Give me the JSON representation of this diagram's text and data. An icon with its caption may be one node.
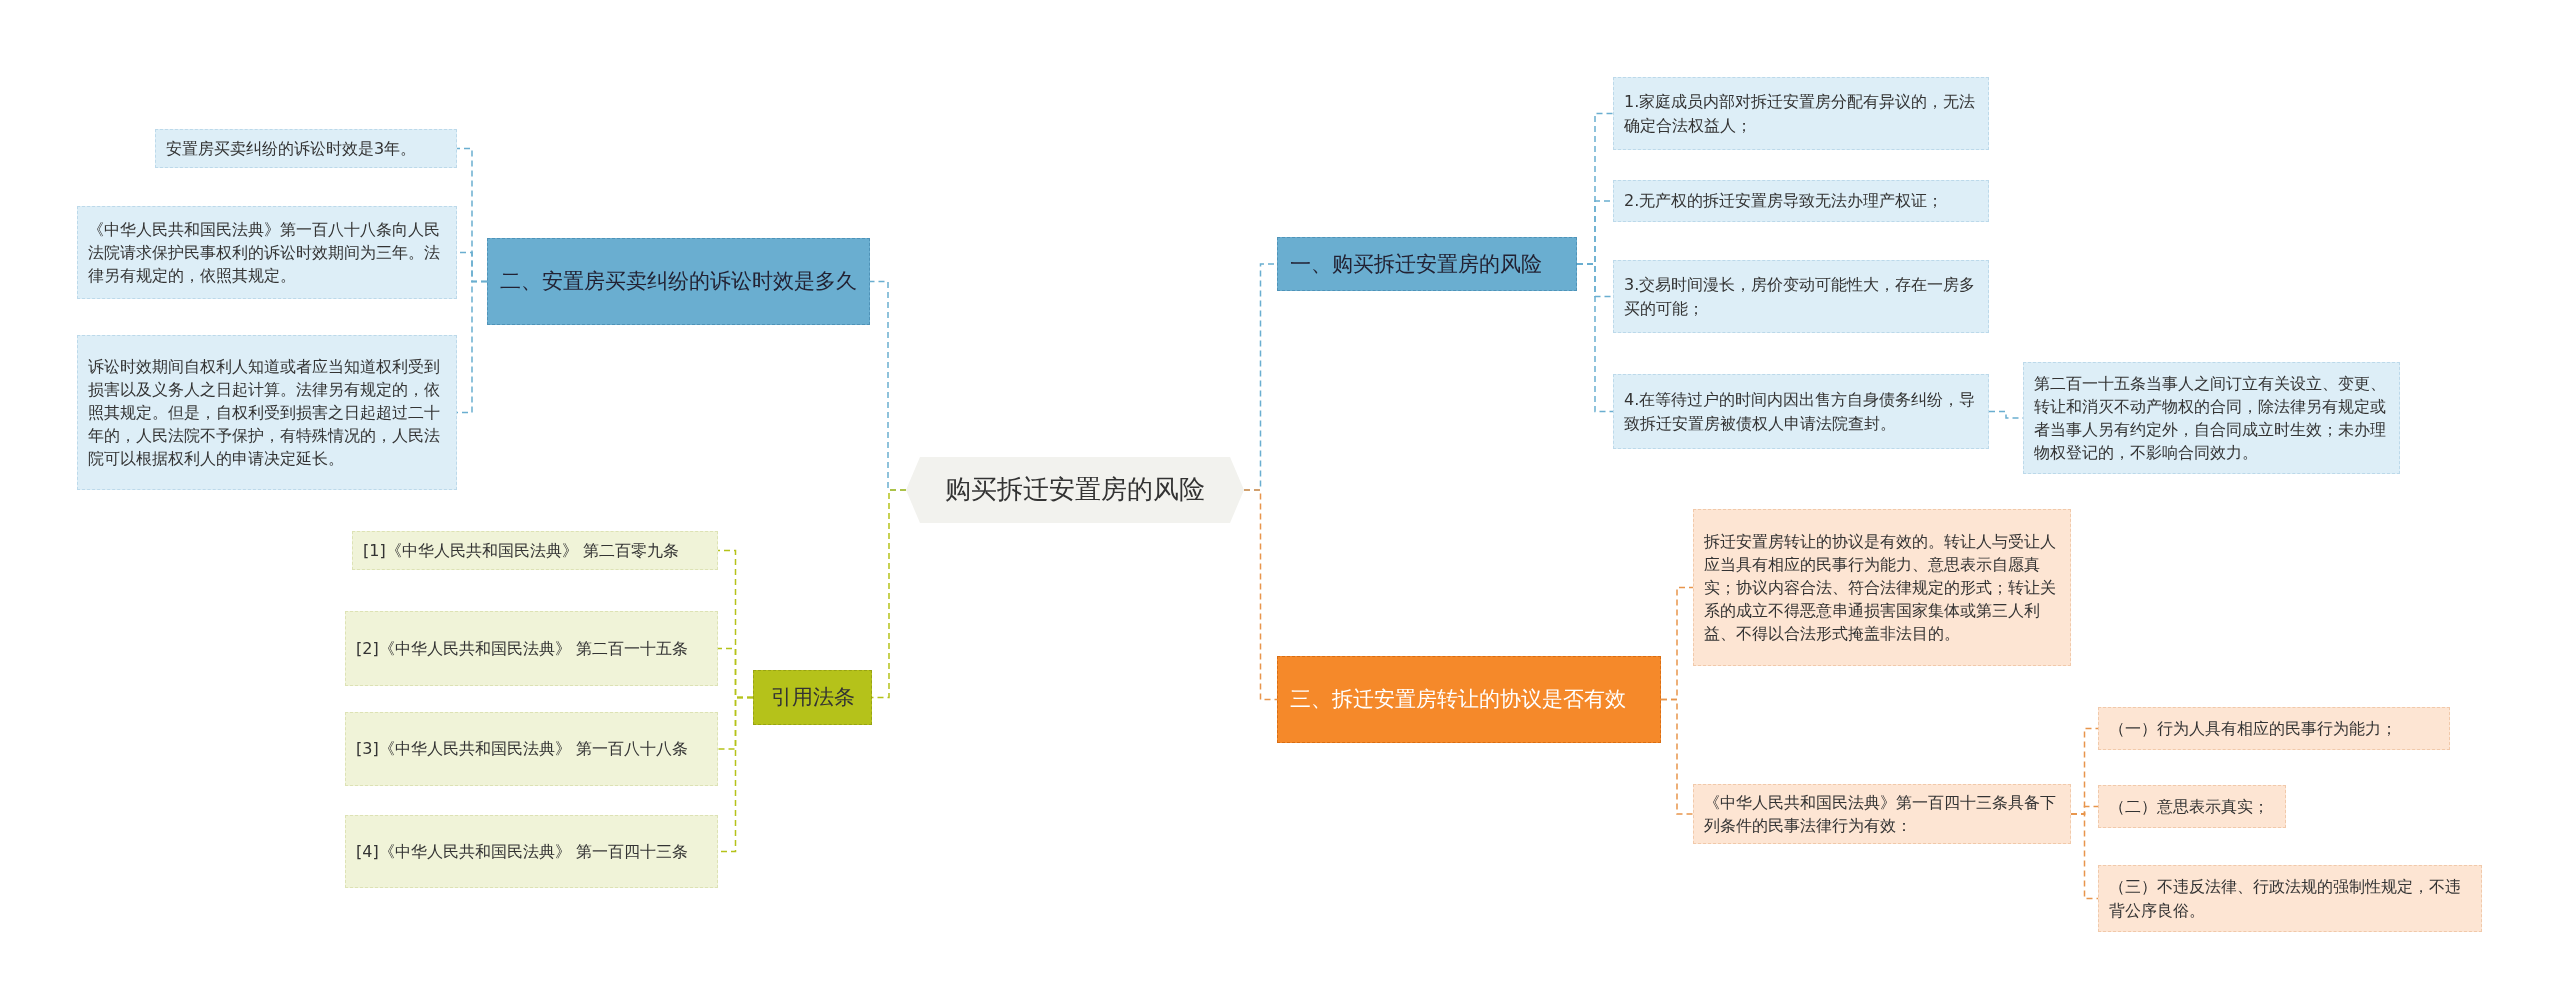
{
  "diagram": {
    "nodes": [
      {
        "text": [
          "购买拆迁安置房的风险"
        ]
      },
      {
        "text": [
          "一、购买拆迁安置房的风险"
        ]
      },
      {
        "text": [
          "1.家庭成员内部对拆迁安置房分配有异议的，无法确定合法权益人；"
        ]
      },
      {
        "text": [
          "2.无产权的拆迁安置房导致无法办理产权证；"
        ]
      },
      {
        "text": [
          "3.交易时间漫长，房价变动可能性大，存在一房多买的可能；"
        ]
      },
      {
        "text": [
          "4.在等待过户的时间内因出售方自身债务纠纷，导致拆迁安置房被债权人申请法院查封。"
        ]
      },
      {
        "text": [
          "第二百一十五条当事人之间订立有关设立、变更、转让和消灭不动产物权的合同，除法律另有规定或者当事人另有约定外，自合同成立时生效；未办理物权登记的，不影响合同效力。"
        ]
      },
      {
        "text": [
          "三、拆迁安置房转让的协议是否有效"
        ]
      },
      {
        "text": [
          "拆迁安置房转让的协议是有效的。转让人与受让人应当具有相应的民事行为能力、意思表示自愿真实；协议内容合法、符合法律规定的形式；转让关系的成立不得恶意串通损害国家集体或第三人利益、不得以合法形式掩盖非法目的。"
        ]
      },
      {
        "text": [
          "《中华人民共和国民法典》第一百四十三条具备下列条件的民事法律行为有效："
        ]
      },
      {
        "text": [
          "（一）行为人具有相应的民事行为能力；"
        ]
      },
      {
        "text": [
          "（二）意思表示真实；"
        ]
      },
      {
        "text": [
          "（三）不违反法律、行政法规的强制性规定，不违背公序良俗。"
        ]
      },
      {
        "text": [
          "二、安置房买卖纠纷的诉讼时效是多久"
        ]
      },
      {
        "text": [
          "安置房买卖纠纷的诉讼时效是3年。"
        ]
      },
      {
        "text": [
          "《中华人民共和国民法典》第一百八十八条向人民法院请求保护民事权利的诉讼时效期间为三年。法律另有规定的，依照其规定。"
        ]
      },
      {
        "text": [
          "诉讼时效期间自权利人知道或者应当知道权利受到损害以及义务人之日起计算。法律另有规定的，依照其规定。但是，自权利受到损害之日起超过二十年的，人民法院不予保护，有特殊情况的，人民法院可以根据权利人的申请决定延长。"
        ]
      },
      {
        "text": [
          "引用法条"
        ]
      },
      {
        "text": [
          "[1]《中华人民共和国民法典》 第二百零九条"
        ]
      },
      {
        "text": [
          "[2]《中华人民共和国民法典》 第二百一十五条"
        ]
      },
      {
        "text": [
          "[3]《中华人民共和国民法典》 第一百八十八条"
        ]
      },
      {
        "text": [
          "[4]《中华人民共和国民法典》 第一百四十三条"
        ]
      }
    ],
    "edges": [
      {
        "from": 0,
        "to": 1,
        "arrow": "none",
        "style": "dashed"
      },
      {
        "from": 1,
        "to": 2,
        "arrow": "none",
        "style": "dashed"
      },
      {
        "from": 1,
        "to": 3,
        "arrow": "none",
        "style": "dashed"
      },
      {
        "from": 1,
        "to": 4,
        "arrow": "none",
        "style": "dashed"
      },
      {
        "from": 1,
        "to": 5,
        "arrow": "none",
        "style": "dashed"
      },
      {
        "from": 5,
        "to": 6,
        "arrow": "none",
        "style": "dashed"
      },
      {
        "from": 0,
        "to": 7,
        "arrow": "none",
        "style": "dashed",
        "color": "#e8954b"
      },
      {
        "from": 7,
        "to": 8,
        "arrow": "none",
        "style": "dashed",
        "color": "#e8954b"
      },
      {
        "from": 7,
        "to": 9,
        "arrow": "none",
        "style": "dashed",
        "color": "#e8954b"
      },
      {
        "from": 9,
        "to": 10,
        "arrow": "none",
        "style": "dashed",
        "color": "#e8954b"
      },
      {
        "from": 9,
        "to": 11,
        "arrow": "none",
        "style": "dashed",
        "color": "#e8954b"
      },
      {
        "from": 9,
        "to": 12,
        "arrow": "none",
        "style": "dashed",
        "color": "#e8954b"
      },
      {
        "from": 0,
        "to": 13,
        "arrow": "none",
        "style": "dashed"
      },
      {
        "from": 13,
        "to": 14,
        "arrow": "none",
        "style": "dashed"
      },
      {
        "from": 13,
        "to": 15,
        "arrow": "none",
        "style": "dashed"
      },
      {
        "from": 13,
        "to": 16,
        "arrow": "none",
        "style": "dashed"
      },
      {
        "from": 0,
        "to": 17,
        "arrow": "none",
        "style": "dashed",
        "color": "#b5c21a"
      },
      {
        "from": 17,
        "to": 18,
        "arrow": "none",
        "style": "dashed",
        "color": "#b5c21a"
      },
      {
        "from": 17,
        "to": 19,
        "arrow": "none",
        "style": "dashed",
        "color": "#b5c21a"
      },
      {
        "from": 17,
        "to": 20,
        "arrow": "none",
        "style": "dashed",
        "color": "#b5c21a"
      },
      {
        "from": 17,
        "to": 21,
        "arrow": "none",
        "style": "dashed",
        "color": "#b5c21a"
      }
    ]
  }
}
